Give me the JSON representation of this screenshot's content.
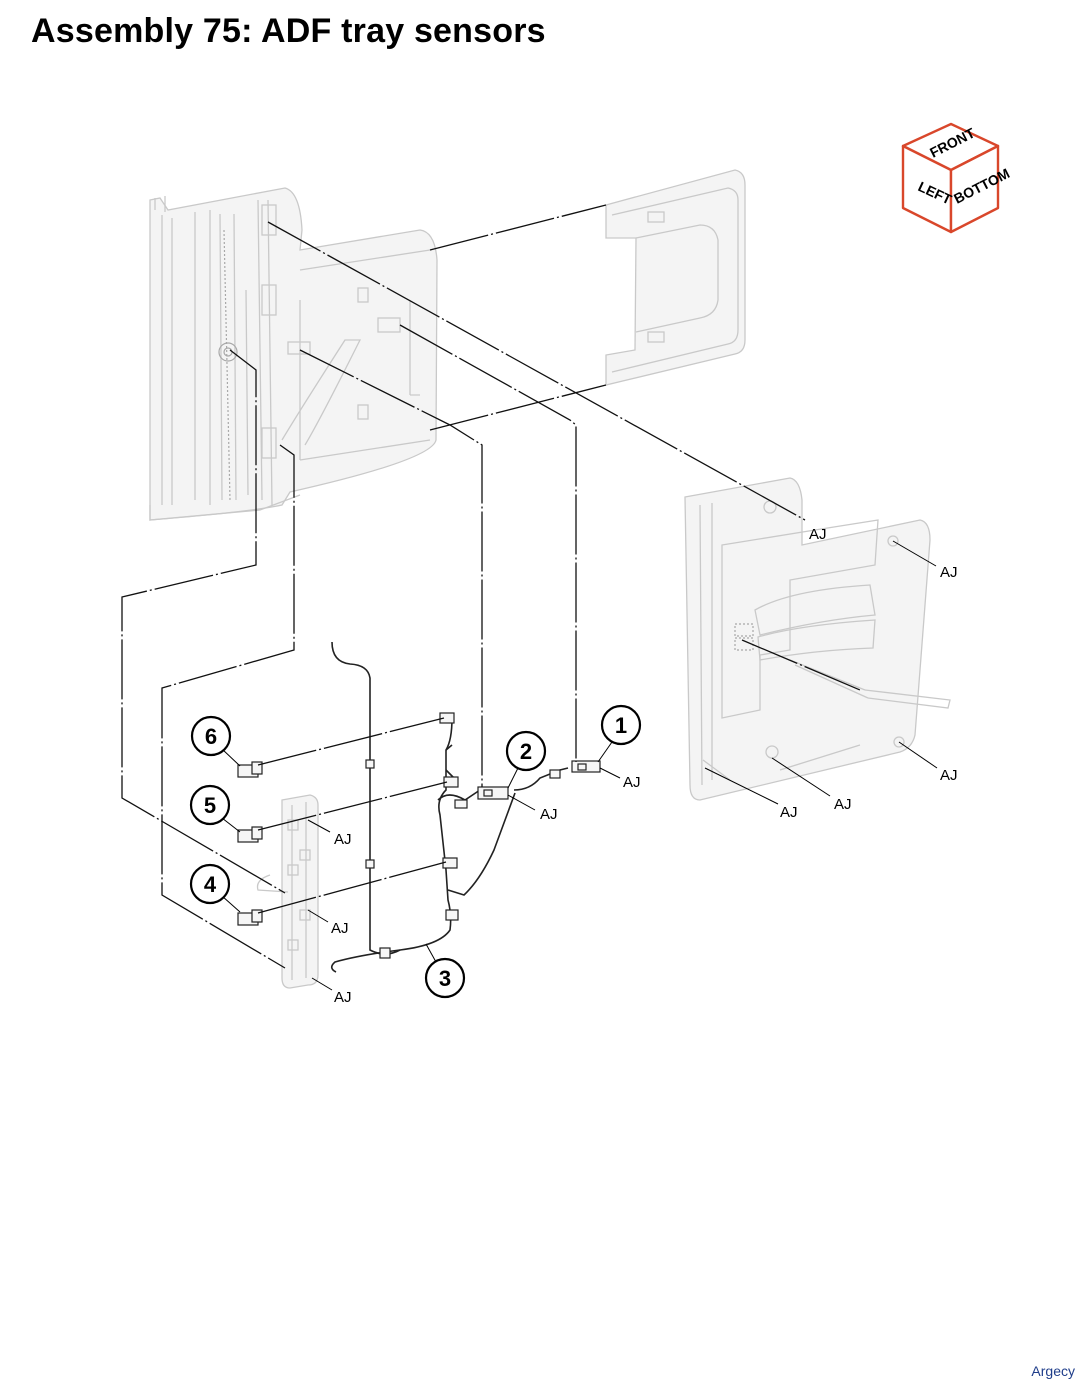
{
  "title": "Assembly 75: ADF tray sensors",
  "watermark": "Argecy",
  "orientation_cube": {
    "top_label": "FRONT",
    "left_label": "LEFT",
    "right_label": "BOTTOM",
    "edge_color": "#d9472b"
  },
  "callouts": [
    {
      "number": "1"
    },
    {
      "number": "2"
    },
    {
      "number": "3"
    },
    {
      "number": "4"
    },
    {
      "number": "5"
    },
    {
      "number": "6"
    }
  ],
  "reference_label": "AJ"
}
